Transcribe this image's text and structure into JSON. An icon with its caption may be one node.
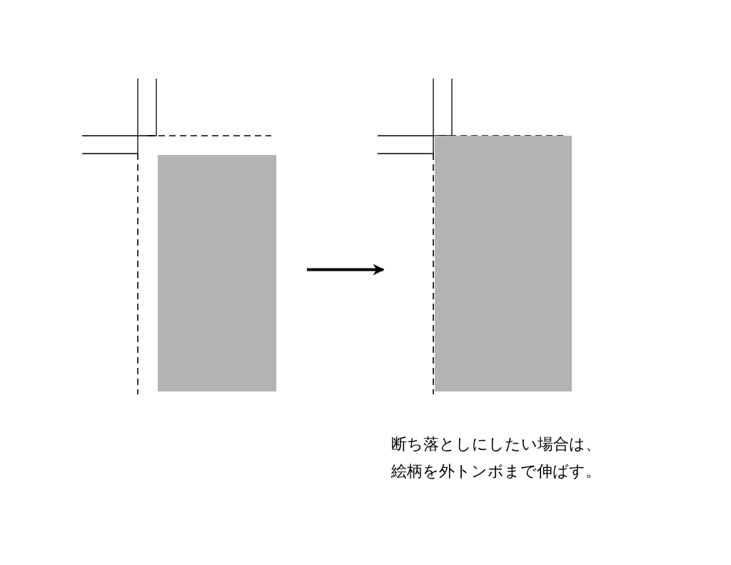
{
  "diagram": {
    "nodes": [
      {
        "text": [],
        "shape": "box"
      },
      {
        "text": [],
        "shape": "box"
      }
    ],
    "edges": [
      {
        "from": 0,
        "to": 1,
        "arrow": "to"
      }
    ],
    "labels": [
      "断ち落としにしたい場合は、絵柄を外トンボまで伸ばす。"
    ]
  }
}
